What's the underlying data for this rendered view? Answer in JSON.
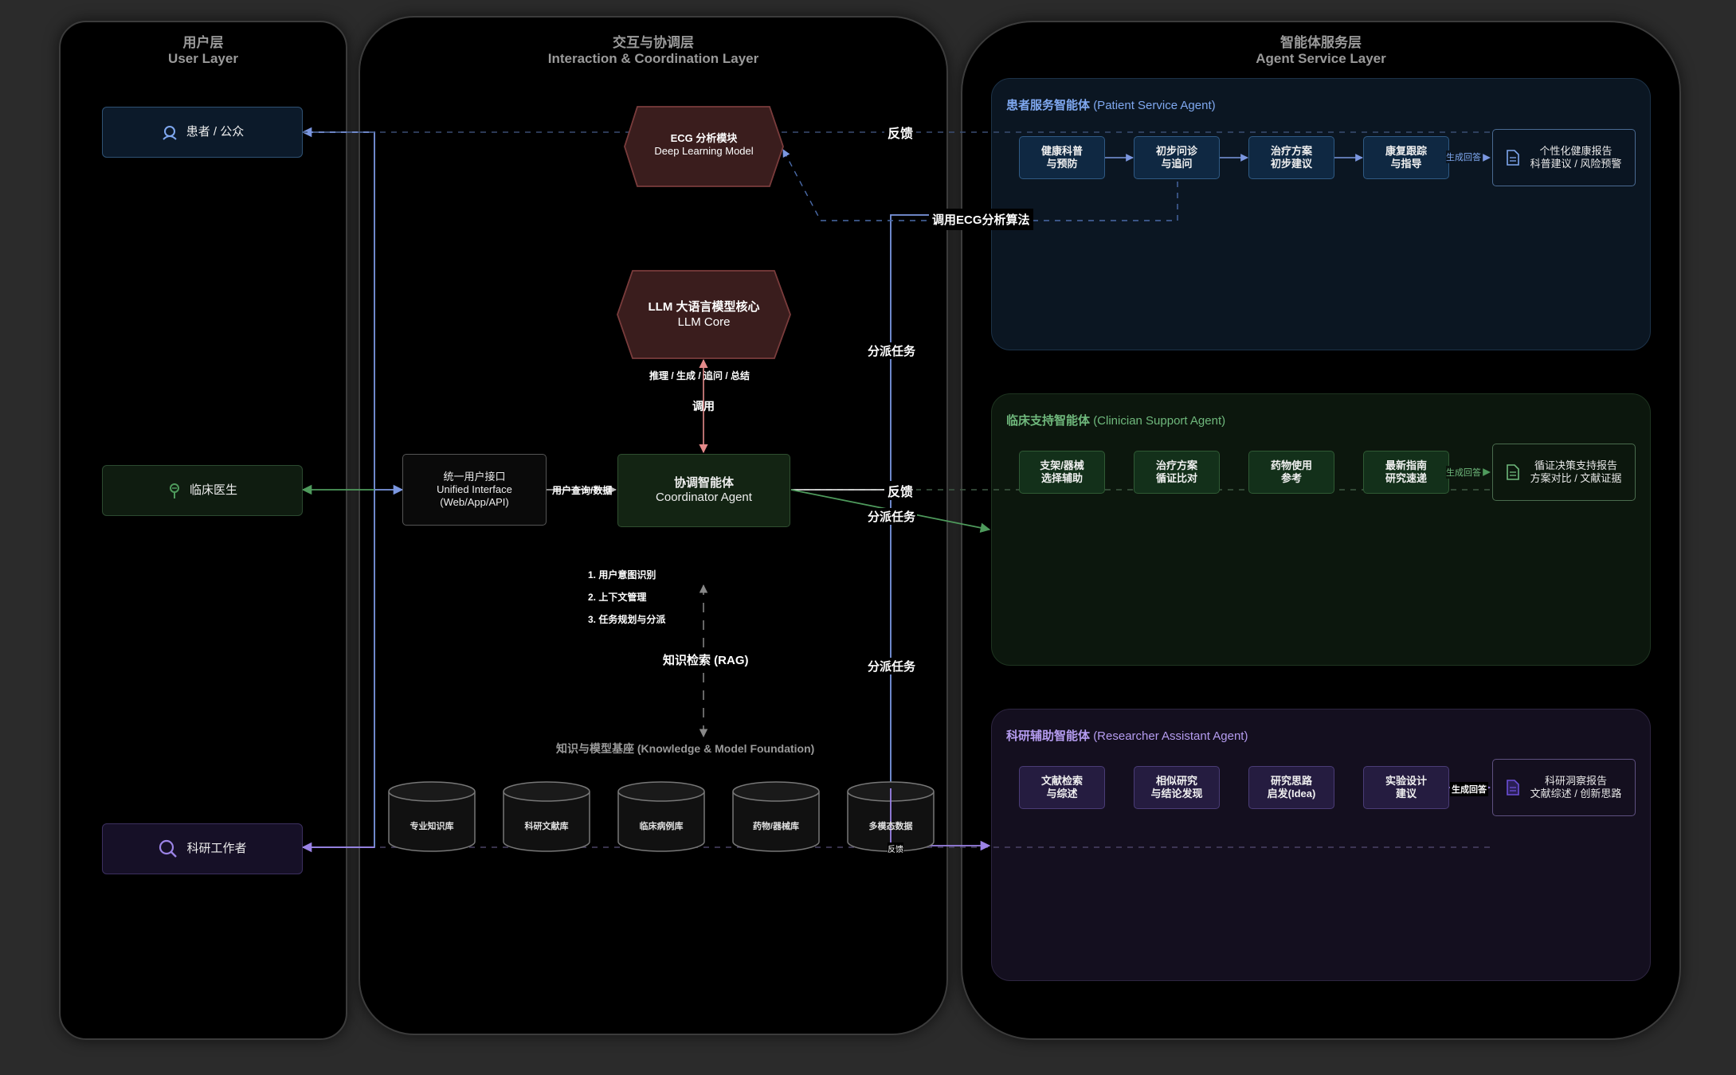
{
  "user_layer": {
    "title_cn": "用户层",
    "title_en": "User Layer",
    "patient": "患者 / 公众",
    "clinician": "临床医生",
    "researcher": "科研工作者"
  },
  "coord_layer": {
    "title_cn": "交互与协调层",
    "title_en": "Interaction & Coordination Layer",
    "ecg_title": "ECG 分析模块",
    "ecg_sub": "Deep Learning Model",
    "llm_title": "LLM 大语言模型核心",
    "llm_sub": "LLM Core",
    "llm_caption": "推理 / 生成 / 追问 / 总结",
    "invoke": "调用",
    "ui_title": "统一用户接口",
    "ui_sub": "Unified Interface",
    "ui_sub2": "(Web/App/API)",
    "query_label": "用户查询/数据",
    "coord_title": "协调智能体",
    "coord_sub": "Coordinator Agent",
    "steps": [
      "1. 用户意图识别",
      "2. 上下文管理",
      "3. 任务规划与分派"
    ],
    "rag": "知识检索 (RAG)",
    "foundation": "知识与模型基座 (Knowledge & Model Foundation)",
    "dbs": [
      "专业知识库",
      "科研文献库",
      "临床病例库",
      "药物/器械库",
      "多模态数据"
    ]
  },
  "flow_labels": {
    "feedback": "反馈",
    "call_ecg": "调用ECG分析算法",
    "dispatch": "分派任务",
    "feedback_small": "反馈",
    "gen_answer": "生成回答"
  },
  "agent_layer": {
    "title_cn": "智能体服务层",
    "title_en": "Agent Service Layer",
    "patient_agent": {
      "name_cn": "患者服务智能体",
      "name_en": "(Patient Service Agent)",
      "steps": [
        "健康科普\n与预防",
        "初步问诊\n与追问",
        "治疗方案\n初步建议",
        "康复跟踪\n与指导"
      ],
      "report_1": "个性化健康报告",
      "report_2": "科普建议 / 风险预警"
    },
    "clinician_agent": {
      "name_cn": "临床支持智能体",
      "name_en": "(Clinician Support Agent)",
      "steps": [
        "支架/器械\n选择辅助",
        "治疗方案\n循证比对",
        "药物使用\n参考",
        "最新指南\n研究速递"
      ],
      "report_1": "循证决策支持报告",
      "report_2": "方案对比 / 文献证据"
    },
    "research_agent": {
      "name_cn": "科研辅助智能体",
      "name_en": "(Researcher Assistant Agent)",
      "steps": [
        "文献检索\n与综述",
        "相似研究\n与结论发现",
        "研究思路\n启发(Idea)",
        "实验设计\n建议"
      ],
      "report_1": "科研洞察报告",
      "report_2": "文献综述 / 创新思路"
    }
  },
  "colors": {
    "blue": "#7b97e0",
    "green": "#4e9a5c",
    "purple": "#9b83e6",
    "red": "#7a3c3c"
  }
}
